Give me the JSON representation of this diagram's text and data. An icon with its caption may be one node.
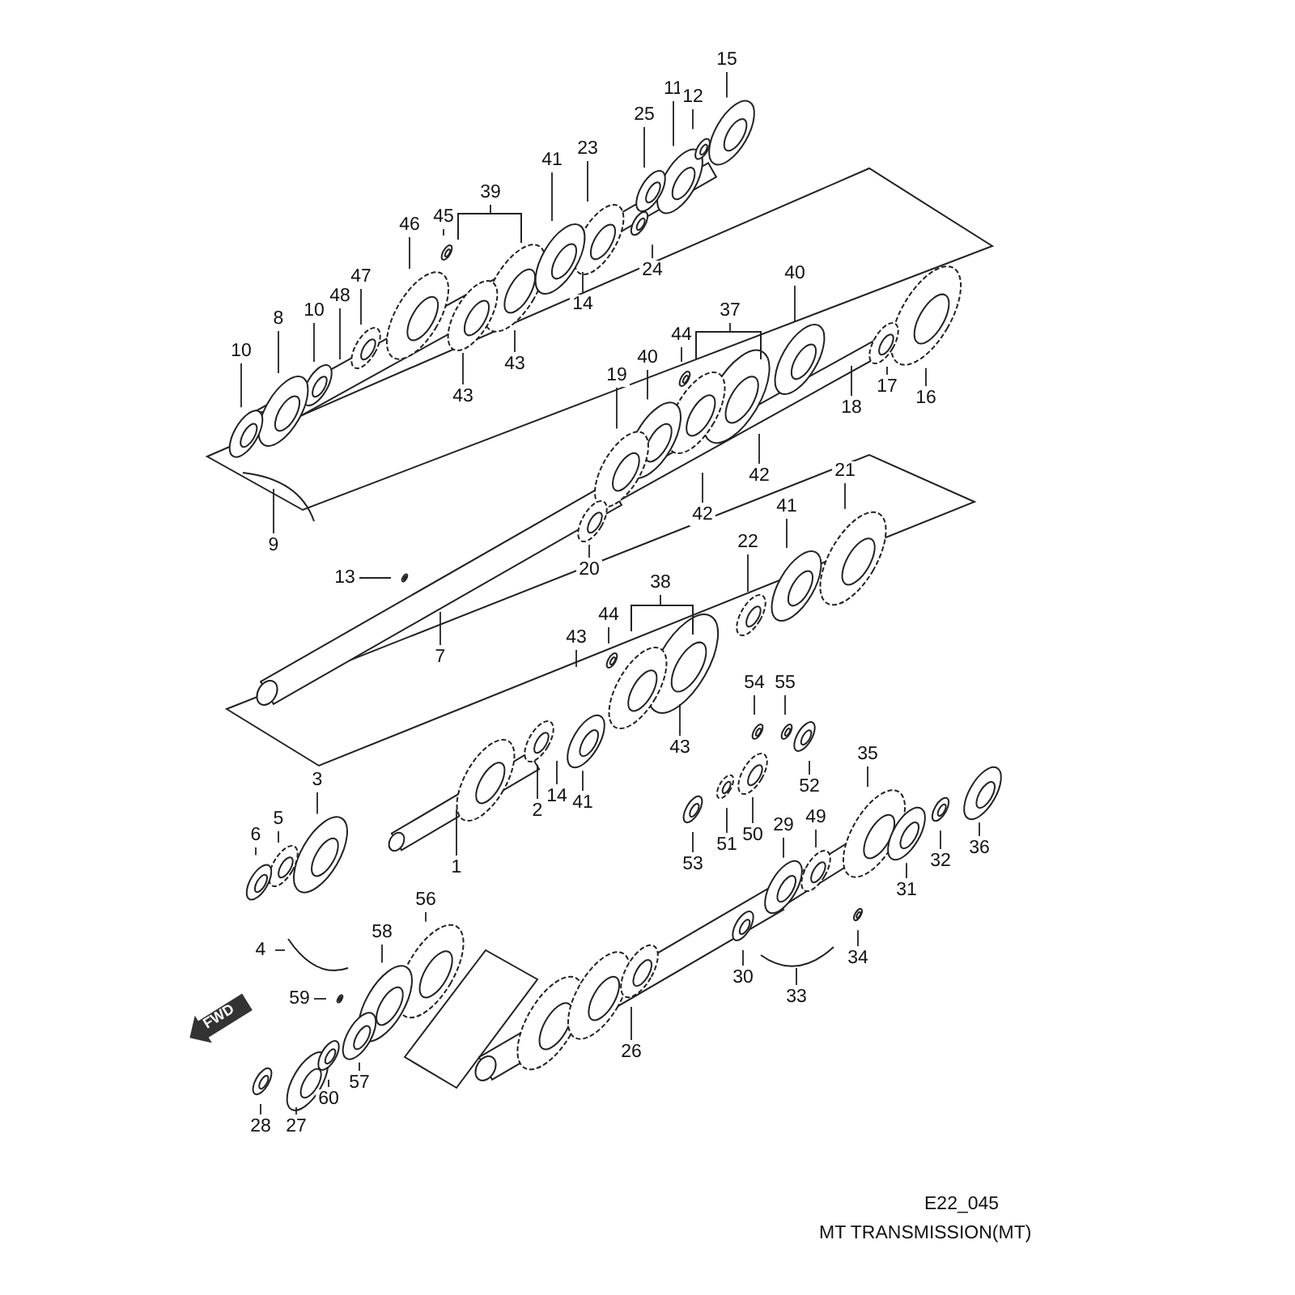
{
  "diagram": {
    "caption": "MT TRANSMISSION(MT)",
    "nodes": [
      {
        "text": [
          "15"
        ]
      },
      {
        "text": [
          "11"
        ]
      },
      {
        "text": [
          "12"
        ]
      },
      {
        "text": [
          "25"
        ]
      },
      {
        "text": [
          "23"
        ]
      },
      {
        "text": [
          "41"
        ]
      },
      {
        "text": [
          "39"
        ]
      },
      {
        "text": [
          "45"
        ]
      },
      {
        "text": [
          "46"
        ]
      },
      {
        "text": [
          "47"
        ]
      },
      {
        "text": [
          "48"
        ]
      },
      {
        "text": [
          "10"
        ]
      },
      {
        "text": [
          "8"
        ]
      },
      {
        "text": [
          "10"
        ]
      },
      {
        "text": [
          "24"
        ]
      },
      {
        "text": [
          "14"
        ]
      },
      {
        "text": [
          "43"
        ]
      },
      {
        "text": [
          "43"
        ]
      },
      {
        "text": [
          "9"
        ]
      },
      {
        "text": [
          "40"
        ]
      },
      {
        "text": [
          "37"
        ]
      },
      {
        "text": [
          "44"
        ]
      },
      {
        "text": [
          "40"
        ]
      },
      {
        "text": [
          "19"
        ]
      },
      {
        "text": [
          "16"
        ]
      },
      {
        "text": [
          "17"
        ]
      },
      {
        "text": [
          "18"
        ]
      },
      {
        "text": [
          "42"
        ]
      },
      {
        "text": [
          "42"
        ]
      },
      {
        "text": [
          "20"
        ]
      },
      {
        "text": [
          "13"
        ]
      },
      {
        "text": [
          "7"
        ]
      },
      {
        "text": [
          "21"
        ]
      },
      {
        "text": [
          "41"
        ]
      },
      {
        "text": [
          "22"
        ]
      },
      {
        "text": [
          "38"
        ]
      },
      {
        "text": [
          "44"
        ]
      },
      {
        "text": [
          "43"
        ]
      },
      {
        "text": [
          "54"
        ]
      },
      {
        "text": [
          "55"
        ]
      },
      {
        "text": [
          "43"
        ]
      },
      {
        "text": [
          "2"
        ]
      },
      {
        "text": [
          "14"
        ]
      },
      {
        "text": [
          "41"
        ]
      },
      {
        "text": [
          "52"
        ]
      },
      {
        "text": [
          "35"
        ]
      },
      {
        "text": [
          "50"
        ]
      },
      {
        "text": [
          "51"
        ]
      },
      {
        "text": [
          "53"
        ]
      },
      {
        "text": [
          "29"
        ]
      },
      {
        "text": [
          "49"
        ]
      },
      {
        "text": [
          "31"
        ]
      },
      {
        "text": [
          "32"
        ]
      },
      {
        "text": [
          "36"
        ]
      },
      {
        "text": [
          "3"
        ]
      },
      {
        "text": [
          "5"
        ]
      },
      {
        "text": [
          "6"
        ]
      },
      {
        "text": [
          "1"
        ]
      },
      {
        "text": [
          "4"
        ]
      },
      {
        "text": [
          "56"
        ]
      },
      {
        "text": [
          "58"
        ]
      },
      {
        "text": [
          "59"
        ]
      },
      {
        "text": [
          "57"
        ]
      },
      {
        "text": [
          "60"
        ]
      },
      {
        "text": [
          "28"
        ]
      },
      {
        "text": [
          "27"
        ]
      },
      {
        "text": [
          "30"
        ]
      },
      {
        "text": [
          "33"
        ]
      },
      {
        "text": [
          "34"
        ]
      },
      {
        "text": [
          "26"
        ]
      }
    ],
    "edges": [
      {
        "from": 0,
        "to": null,
        "arrow": "none"
      },
      {
        "from": 1,
        "to": null,
        "arrow": "none"
      },
      {
        "from": 2,
        "to": null,
        "arrow": "none"
      },
      {
        "from": 3,
        "to": null,
        "arrow": "none"
      },
      {
        "from": 4,
        "to": null,
        "arrow": "none"
      },
      {
        "from": 5,
        "to": null,
        "arrow": "none"
      },
      {
        "from": 6,
        "to": null,
        "arrow": "none"
      },
      {
        "from": 7,
        "to": null,
        "arrow": "none"
      },
      {
        "from": 8,
        "to": null,
        "arrow": "none"
      },
      {
        "from": 9,
        "to": null,
        "arrow": "none"
      },
      {
        "from": 10,
        "to": null,
        "arrow": "none"
      },
      {
        "from": 11,
        "to": null,
        "arrow": "none"
      },
      {
        "from": 12,
        "to": null,
        "arrow": "none"
      },
      {
        "from": 13,
        "to": null,
        "arrow": "none"
      },
      {
        "from": 14,
        "to": null,
        "arrow": "none"
      },
      {
        "from": 15,
        "to": null,
        "arrow": "none"
      },
      {
        "from": 16,
        "to": null,
        "arrow": "none"
      },
      {
        "from": 17,
        "to": null,
        "arrow": "none"
      },
      {
        "from": 18,
        "to": null,
        "arrow": "none"
      },
      {
        "from": 19,
        "to": null,
        "arrow": "none"
      },
      {
        "from": 20,
        "to": null,
        "arrow": "none"
      },
      {
        "from": 21,
        "to": null,
        "arrow": "none"
      },
      {
        "from": 22,
        "to": null,
        "arrow": "none"
      },
      {
        "from": 23,
        "to": null,
        "arrow": "none"
      },
      {
        "from": 24,
        "to": null,
        "arrow": "none"
      },
      {
        "from": 25,
        "to": null,
        "arrow": "none"
      },
      {
        "from": 26,
        "to": null,
        "arrow": "none"
      },
      {
        "from": 27,
        "to": null,
        "arrow": "none"
      },
      {
        "from": 28,
        "to": null,
        "arrow": "none"
      },
      {
        "from": 29,
        "to": null,
        "arrow": "none"
      },
      {
        "from": 30,
        "to": null,
        "arrow": "none"
      },
      {
        "from": 31,
        "to": null,
        "arrow": "none"
      },
      {
        "from": 32,
        "to": null,
        "arrow": "none"
      },
      {
        "from": 33,
        "to": null,
        "arrow": "none"
      },
      {
        "from": 34,
        "to": null,
        "arrow": "none"
      },
      {
        "from": 35,
        "to": null,
        "arrow": "none"
      },
      {
        "from": 36,
        "to": null,
        "arrow": "none"
      },
      {
        "from": 37,
        "to": null,
        "arrow": "none"
      },
      {
        "from": 38,
        "to": null,
        "arrow": "none"
      },
      {
        "from": 39,
        "to": null,
        "arrow": "none"
      },
      {
        "from": 40,
        "to": null,
        "arrow": "none"
      },
      {
        "from": 41,
        "to": null,
        "arrow": "none"
      },
      {
        "from": 42,
        "to": null,
        "arrow": "none"
      },
      {
        "from": 43,
        "to": null,
        "arrow": "none"
      },
      {
        "from": 44,
        "to": null,
        "arrow": "none"
      },
      {
        "from": 45,
        "to": null,
        "arrow": "none"
      },
      {
        "from": 46,
        "to": null,
        "arrow": "none"
      },
      {
        "from": 47,
        "to": null,
        "arrow": "none"
      },
      {
        "from": 48,
        "to": null,
        "arrow": "none"
      },
      {
        "from": 49,
        "to": null,
        "arrow": "none"
      },
      {
        "from": 50,
        "to": null,
        "arrow": "none"
      },
      {
        "from": 51,
        "to": null,
        "arrow": "none"
      },
      {
        "from": 52,
        "to": null,
        "arrow": "none"
      },
      {
        "from": 53,
        "to": null,
        "arrow": "none"
      },
      {
        "from": 54,
        "to": null,
        "arrow": "none"
      },
      {
        "from": 55,
        "to": null,
        "arrow": "none"
      },
      {
        "from": 56,
        "to": null,
        "arrow": "none"
      },
      {
        "from": 57,
        "to": null,
        "arrow": "none"
      },
      {
        "from": 58,
        "to": null,
        "arrow": "none"
      },
      {
        "from": 59,
        "to": null,
        "arrow": "none"
      },
      {
        "from": 60,
        "to": null,
        "arrow": "none"
      },
      {
        "from": 61,
        "to": null,
        "arrow": "none"
      },
      {
        "from": 62,
        "to": null,
        "arrow": "none"
      },
      {
        "from": 63,
        "to": null,
        "arrow": "none"
      },
      {
        "from": 64,
        "to": null,
        "arrow": "none"
      },
      {
        "from": 65,
        "to": null,
        "arrow": "none"
      },
      {
        "from": 66,
        "to": null,
        "arrow": "none"
      },
      {
        "from": 67,
        "to": null,
        "arrow": "none"
      },
      {
        "from": 68,
        "to": null,
        "arrow": "none"
      },
      {
        "from": 69,
        "to": null,
        "arrow": "none"
      }
    ],
    "labels": [
      "FWD",
      "E22_045"
    ]
  }
}
